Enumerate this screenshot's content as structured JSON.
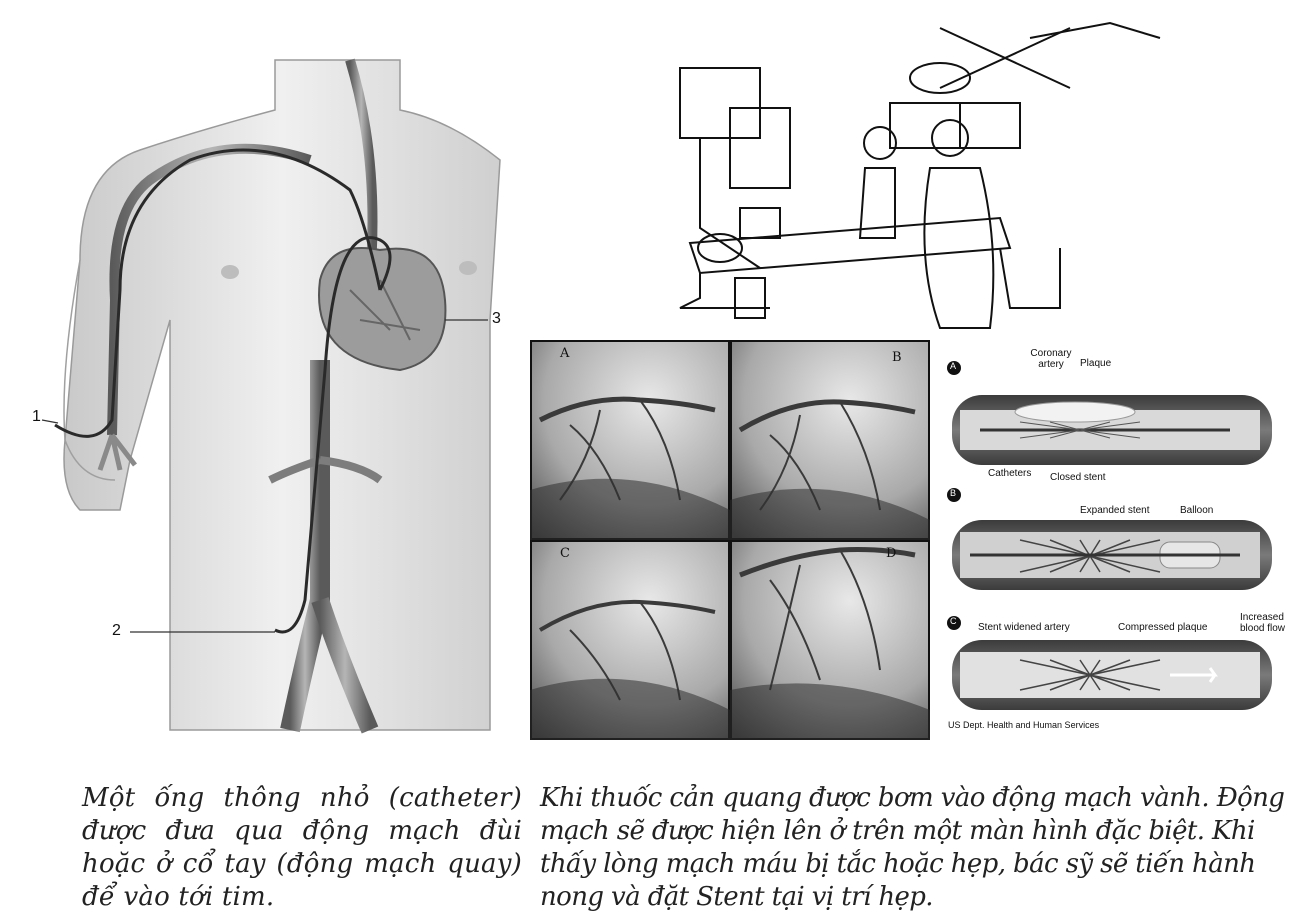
{
  "body_diagram": {
    "callouts": [
      "1",
      "2",
      "3"
    ]
  },
  "angiograms": {
    "labels": [
      "A",
      "B",
      "C",
      "D"
    ]
  },
  "stent_diagram": {
    "step_markers": [
      "A",
      "B",
      "C"
    ],
    "labels": {
      "coronary_artery": "Coronary artery",
      "plaque": "Plaque",
      "catheters": "Catheters",
      "closed_stent": "Closed stent",
      "expanded_stent": "Expanded stent",
      "balloon": "Balloon",
      "stent_widened_artery": "Stent widened artery",
      "compressed_plaque": "Compressed plaque",
      "increased_blood_flow": "Increased blood flow"
    },
    "credit": "US Dept. Health and Human Services"
  },
  "captions": {
    "left": "Một ống thông nhỏ (catheter) được đưa qua động mạch đùi hoặc ở cổ tay (động mạch quay) để vào tới tim.",
    "right": "Khi thuốc cản quang được bơm vào động mạch vành. Động mạch sẽ được hiện lên ở trên một màn hình đặc biệt. Khi thấy lòng mạch máu bị tắc hoặc hẹp, bác sỹ sẽ tiến hành nong và đặt Stent tại vị trí hẹp."
  },
  "colors": {
    "vessel": "#6e6e6e",
    "skin": "#e8e8e8",
    "catheter": "#2a2a2a",
    "stent_blue": "#3a6fd1"
  }
}
